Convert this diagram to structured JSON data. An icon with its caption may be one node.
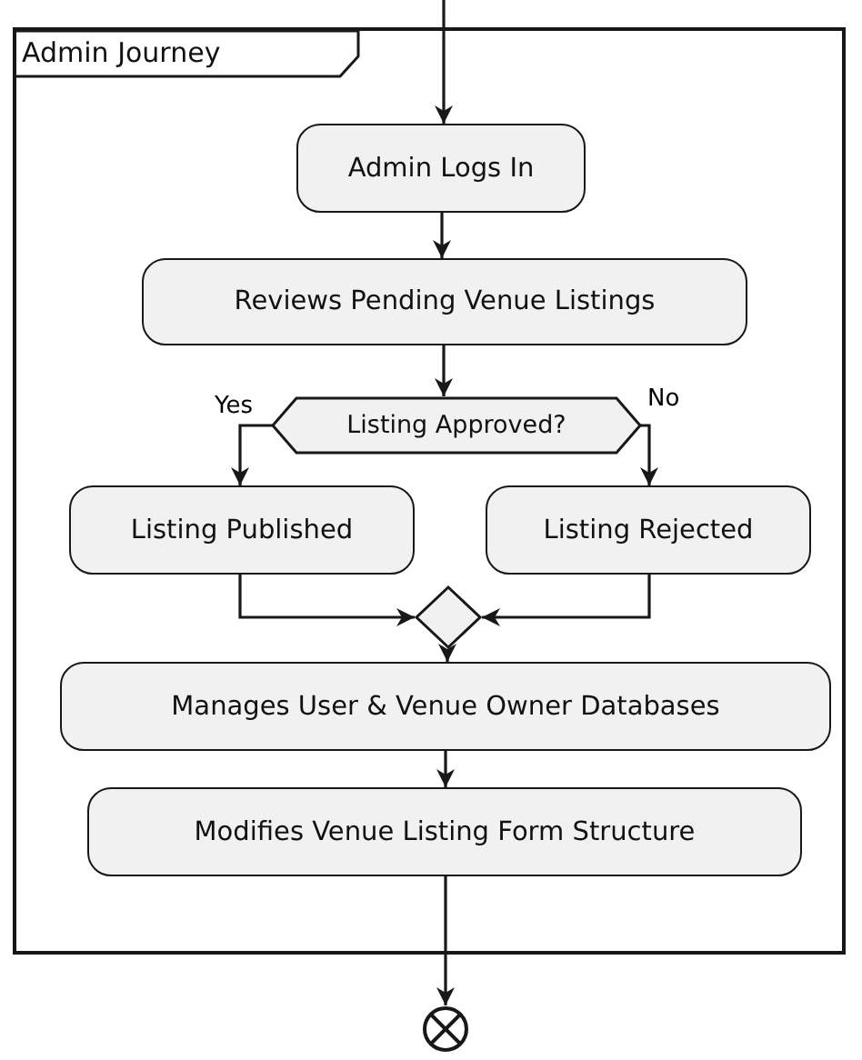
{
  "diagram": {
    "nodes": [
      {
        "text": [
          "Admin Journey"
        ]
      },
      {
        "text": [
          "Admin Logs In"
        ],
        "in": 0
      },
      {
        "text": [
          "Reviews Pending Venue Listings"
        ],
        "in": 0
      },
      {
        "text": [
          "Listing Approved?"
        ],
        "in": 0
      },
      {
        "text": [
          "Listing Published"
        ],
        "in": 0
      },
      {
        "text": [
          "Listing Rejected"
        ],
        "in": 0
      },
      {
        "text": [],
        "shape": "diamond",
        "in": 0
      },
      {
        "text": [
          "Manages User & Venue Owner Databases"
        ],
        "in": 0
      },
      {
        "text": [
          "Modifies Venue Listing Form Structure"
        ],
        "in": 0
      },
      {
        "text": [],
        "shape": "circle"
      }
    ],
    "edges": [
      {
        "from": null,
        "to": 1,
        "arrow": "to"
      },
      {
        "from": 1,
        "to": 2,
        "arrow": "to"
      },
      {
        "from": 2,
        "to": 3,
        "arrow": "to"
      },
      {
        "from": 3,
        "to": 4,
        "arrow": "to",
        "label": "Yes"
      },
      {
        "from": 3,
        "to": 5,
        "arrow": "to",
        "label": "No"
      },
      {
        "from": 4,
        "to": 6,
        "arrow": "to"
      },
      {
        "from": 5,
        "to": 6,
        "arrow": "to"
      },
      {
        "from": 6,
        "to": 7,
        "arrow": "to"
      },
      {
        "from": 7,
        "to": 8,
        "arrow": "to"
      },
      {
        "from": 8,
        "to": 9,
        "arrow": "to"
      }
    ]
  }
}
